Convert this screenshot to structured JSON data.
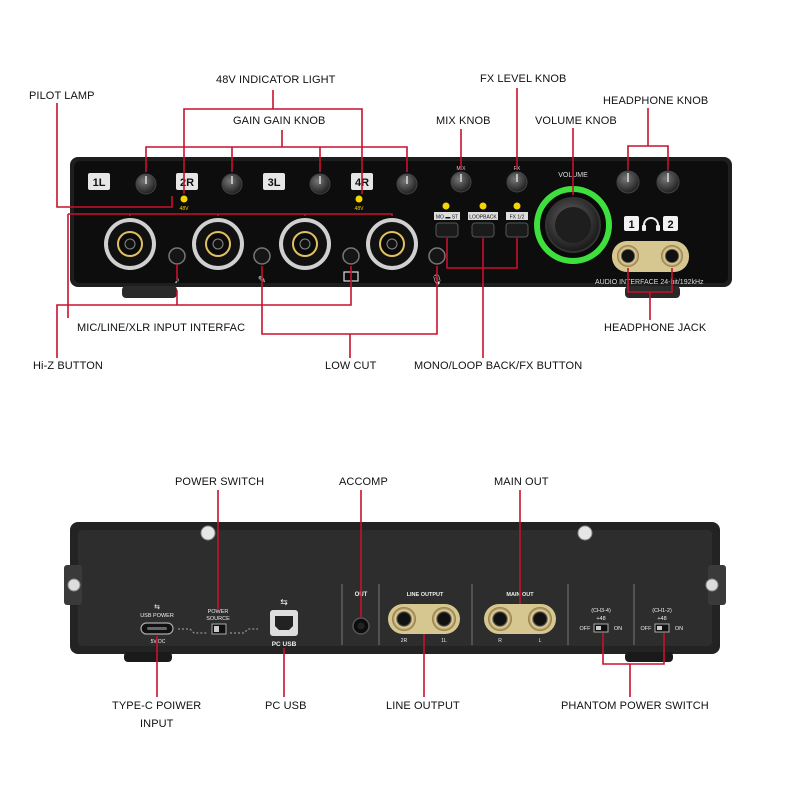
{
  "front_labels": {
    "pilot_lamp": "PILOT LAMP",
    "indicator_48v": "48V INDICATOR LIGHT",
    "gain_knob": "GAIN GAIN KNOB",
    "fx_level_knob": "FX LEVEL KNOB",
    "mix_knob": "MIX KNOB",
    "volume_knob": "VOLUME KNOB",
    "headphone_knob": "HEADPHONE KNOB",
    "input_interface": "MIC/LINE/XLR INPUT INTERFAC",
    "hiz_button": "Hi-Z BUTTON",
    "low_cut": "LOW CUT",
    "mono_loop_fx": "MONO/LOOP BACK/FX BUTTON",
    "headphone_jack": "HEADPHONE JACK"
  },
  "front_device": {
    "channels": [
      "1L",
      "2R",
      "3L",
      "4R"
    ],
    "badge_48v": "48V",
    "mix_mark": "MIX",
    "fx_mark": "FX",
    "volume_label": "VOLUME",
    "button_mono_st": "MO ▬ ST",
    "button_loopback": "LOOPBACK",
    "button_fx12": "FX 1/2",
    "headphone_1": "1",
    "headphone_2": "2",
    "model_text": "AUDIO INTERFACE 24-bit/192kHz",
    "accent_green": "#3ee03e",
    "led_yellow": "#f5d400"
  },
  "rear_labels": {
    "power_switch": "POWER SWITCH",
    "accomp": "ACCOMP",
    "main_out": "MAIN OUT",
    "typec_line1": "TYPE-C POIWER",
    "typec_line2": "INPUT",
    "pc_usb": "PC USB",
    "line_output": "LINE OUTPUT",
    "phantom_switch": "PHANTOM POWER SWITCH"
  },
  "rear_device": {
    "usb_power": "USB POWER",
    "dc_5v": "5V DC",
    "power_source_1": "POWER",
    "power_source_2": "SOURCE",
    "pc_usb": "PC USB",
    "out": "OUT",
    "line_output": "LINE OUTPUT",
    "main_out": "MAIN OUT",
    "lo_2r": "2R",
    "lo_1l": "1L",
    "mo_r": "R",
    "mo_l": "L",
    "ch34": "(CH3-4)",
    "ch12": "(CH1-2)",
    "plus48_a": "+48",
    "plus48_b": "+48",
    "off_a": "OFF",
    "on_a": "ON",
    "off_b": "OFF",
    "on_b": "ON"
  },
  "line_color": "#c8102e"
}
